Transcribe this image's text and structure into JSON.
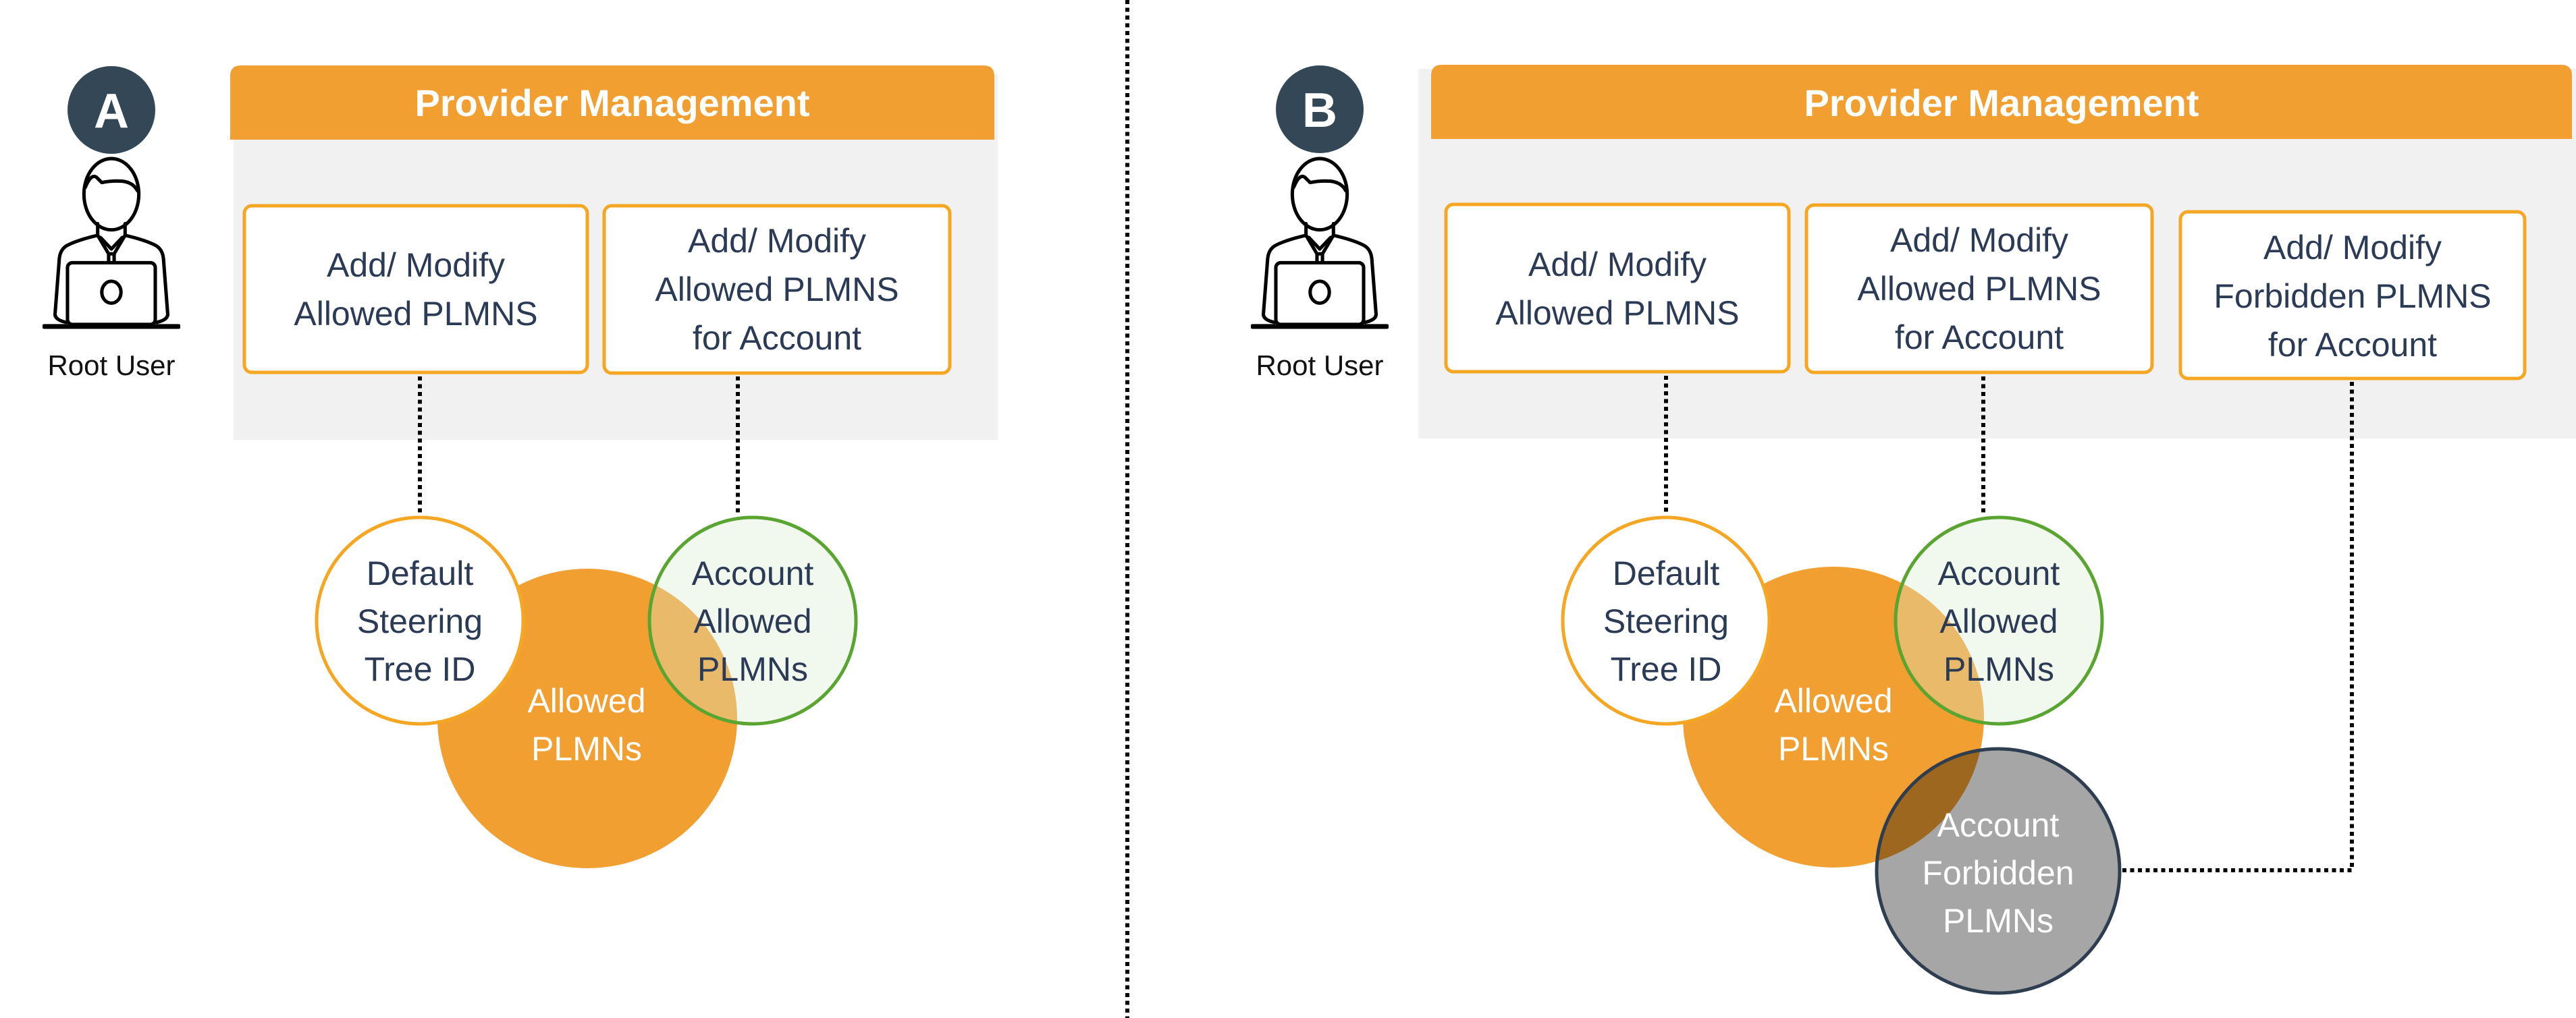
{
  "colors": {
    "orange": "#F29F32",
    "box_border": "#F5A623",
    "navy": "#344757",
    "text_navy": "#2B3A55",
    "panel_bg": "#F1F1F1",
    "green": "#5AA532",
    "forbidden_stroke": "#2E3E50"
  },
  "panels": [
    {
      "badge": "A",
      "user_label": "Root User",
      "header": "Provider Management",
      "boxes": [
        {
          "lines": [
            "Add/ Modify",
            "Allowed PLMNS"
          ]
        },
        {
          "lines": [
            "Add/ Modify",
            "Allowed PLMNS",
            "for Account"
          ]
        }
      ],
      "circles": {
        "default_steering": [
          "Default",
          "Steering",
          "Tree ID"
        ],
        "allowed": [
          "Allowed",
          "PLMNs"
        ],
        "account_allowed": [
          "Account",
          "Allowed",
          "PLMNs"
        ]
      }
    },
    {
      "badge": "B",
      "user_label": "Root User",
      "header": "Provider Management",
      "boxes": [
        {
          "lines": [
            "Add/ Modify",
            "Allowed PLMNS"
          ]
        },
        {
          "lines": [
            "Add/ Modify",
            "Allowed PLMNS",
            "for Account"
          ]
        },
        {
          "lines": [
            "Add/ Modify",
            "Forbidden PLMNS",
            "for Account"
          ]
        }
      ],
      "circles": {
        "default_steering": [
          "Default",
          "Steering",
          "Tree ID"
        ],
        "allowed": [
          "Allowed",
          "PLMNs"
        ],
        "account_allowed": [
          "Account",
          "Allowed",
          "PLMNs"
        ],
        "account_forbidden": [
          "Account",
          "Forbidden",
          "PLMNs"
        ]
      }
    }
  ]
}
